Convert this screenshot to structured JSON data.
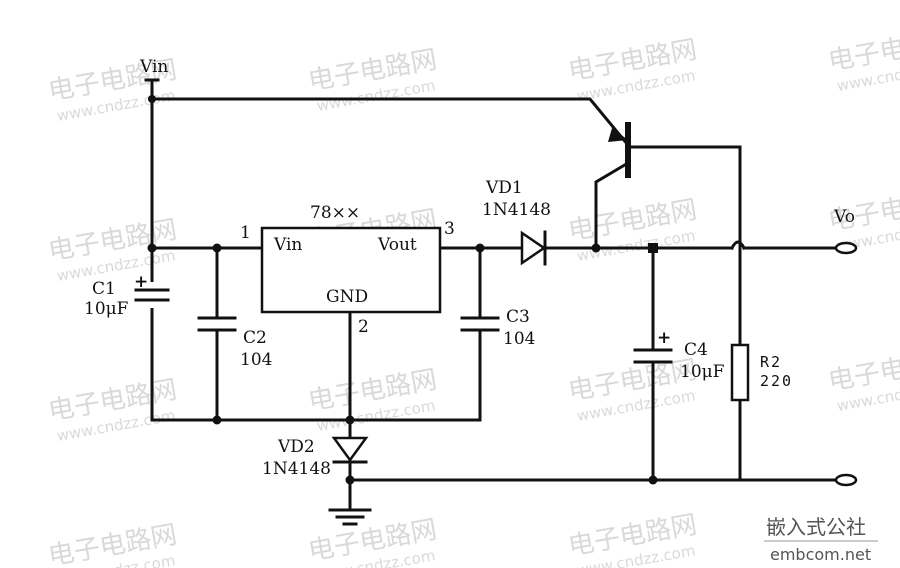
{
  "watermark": {
    "cn": "电子电路网",
    "url": "www.cndzz.com"
  },
  "corner_brand": {
    "cn": "嵌入式公社",
    "url": "embcom.net"
  },
  "labels": {
    "vin_top": "Vin",
    "ic_name": "78××",
    "ic_pin_in": "Vin",
    "ic_pin_out": "Vout",
    "ic_gnd": "GND",
    "pin1": "1",
    "pin2": "2",
    "pin3": "3",
    "c1_name": "C1",
    "c1_value": "10μF",
    "c1_plus": "+",
    "c2_name": "C2",
    "c2_value": "104",
    "c3_name": "C3",
    "c3_value": "104",
    "c4_name": "C4",
    "c4_value": "10μF",
    "c4_plus": "+",
    "vd1_name": "VD1",
    "vd1_value": "1N4148",
    "vd2_name": "VD2",
    "vd2_value": "1N4148",
    "r2_name": "R2",
    "r2_value": "220",
    "vo": "Vo"
  }
}
